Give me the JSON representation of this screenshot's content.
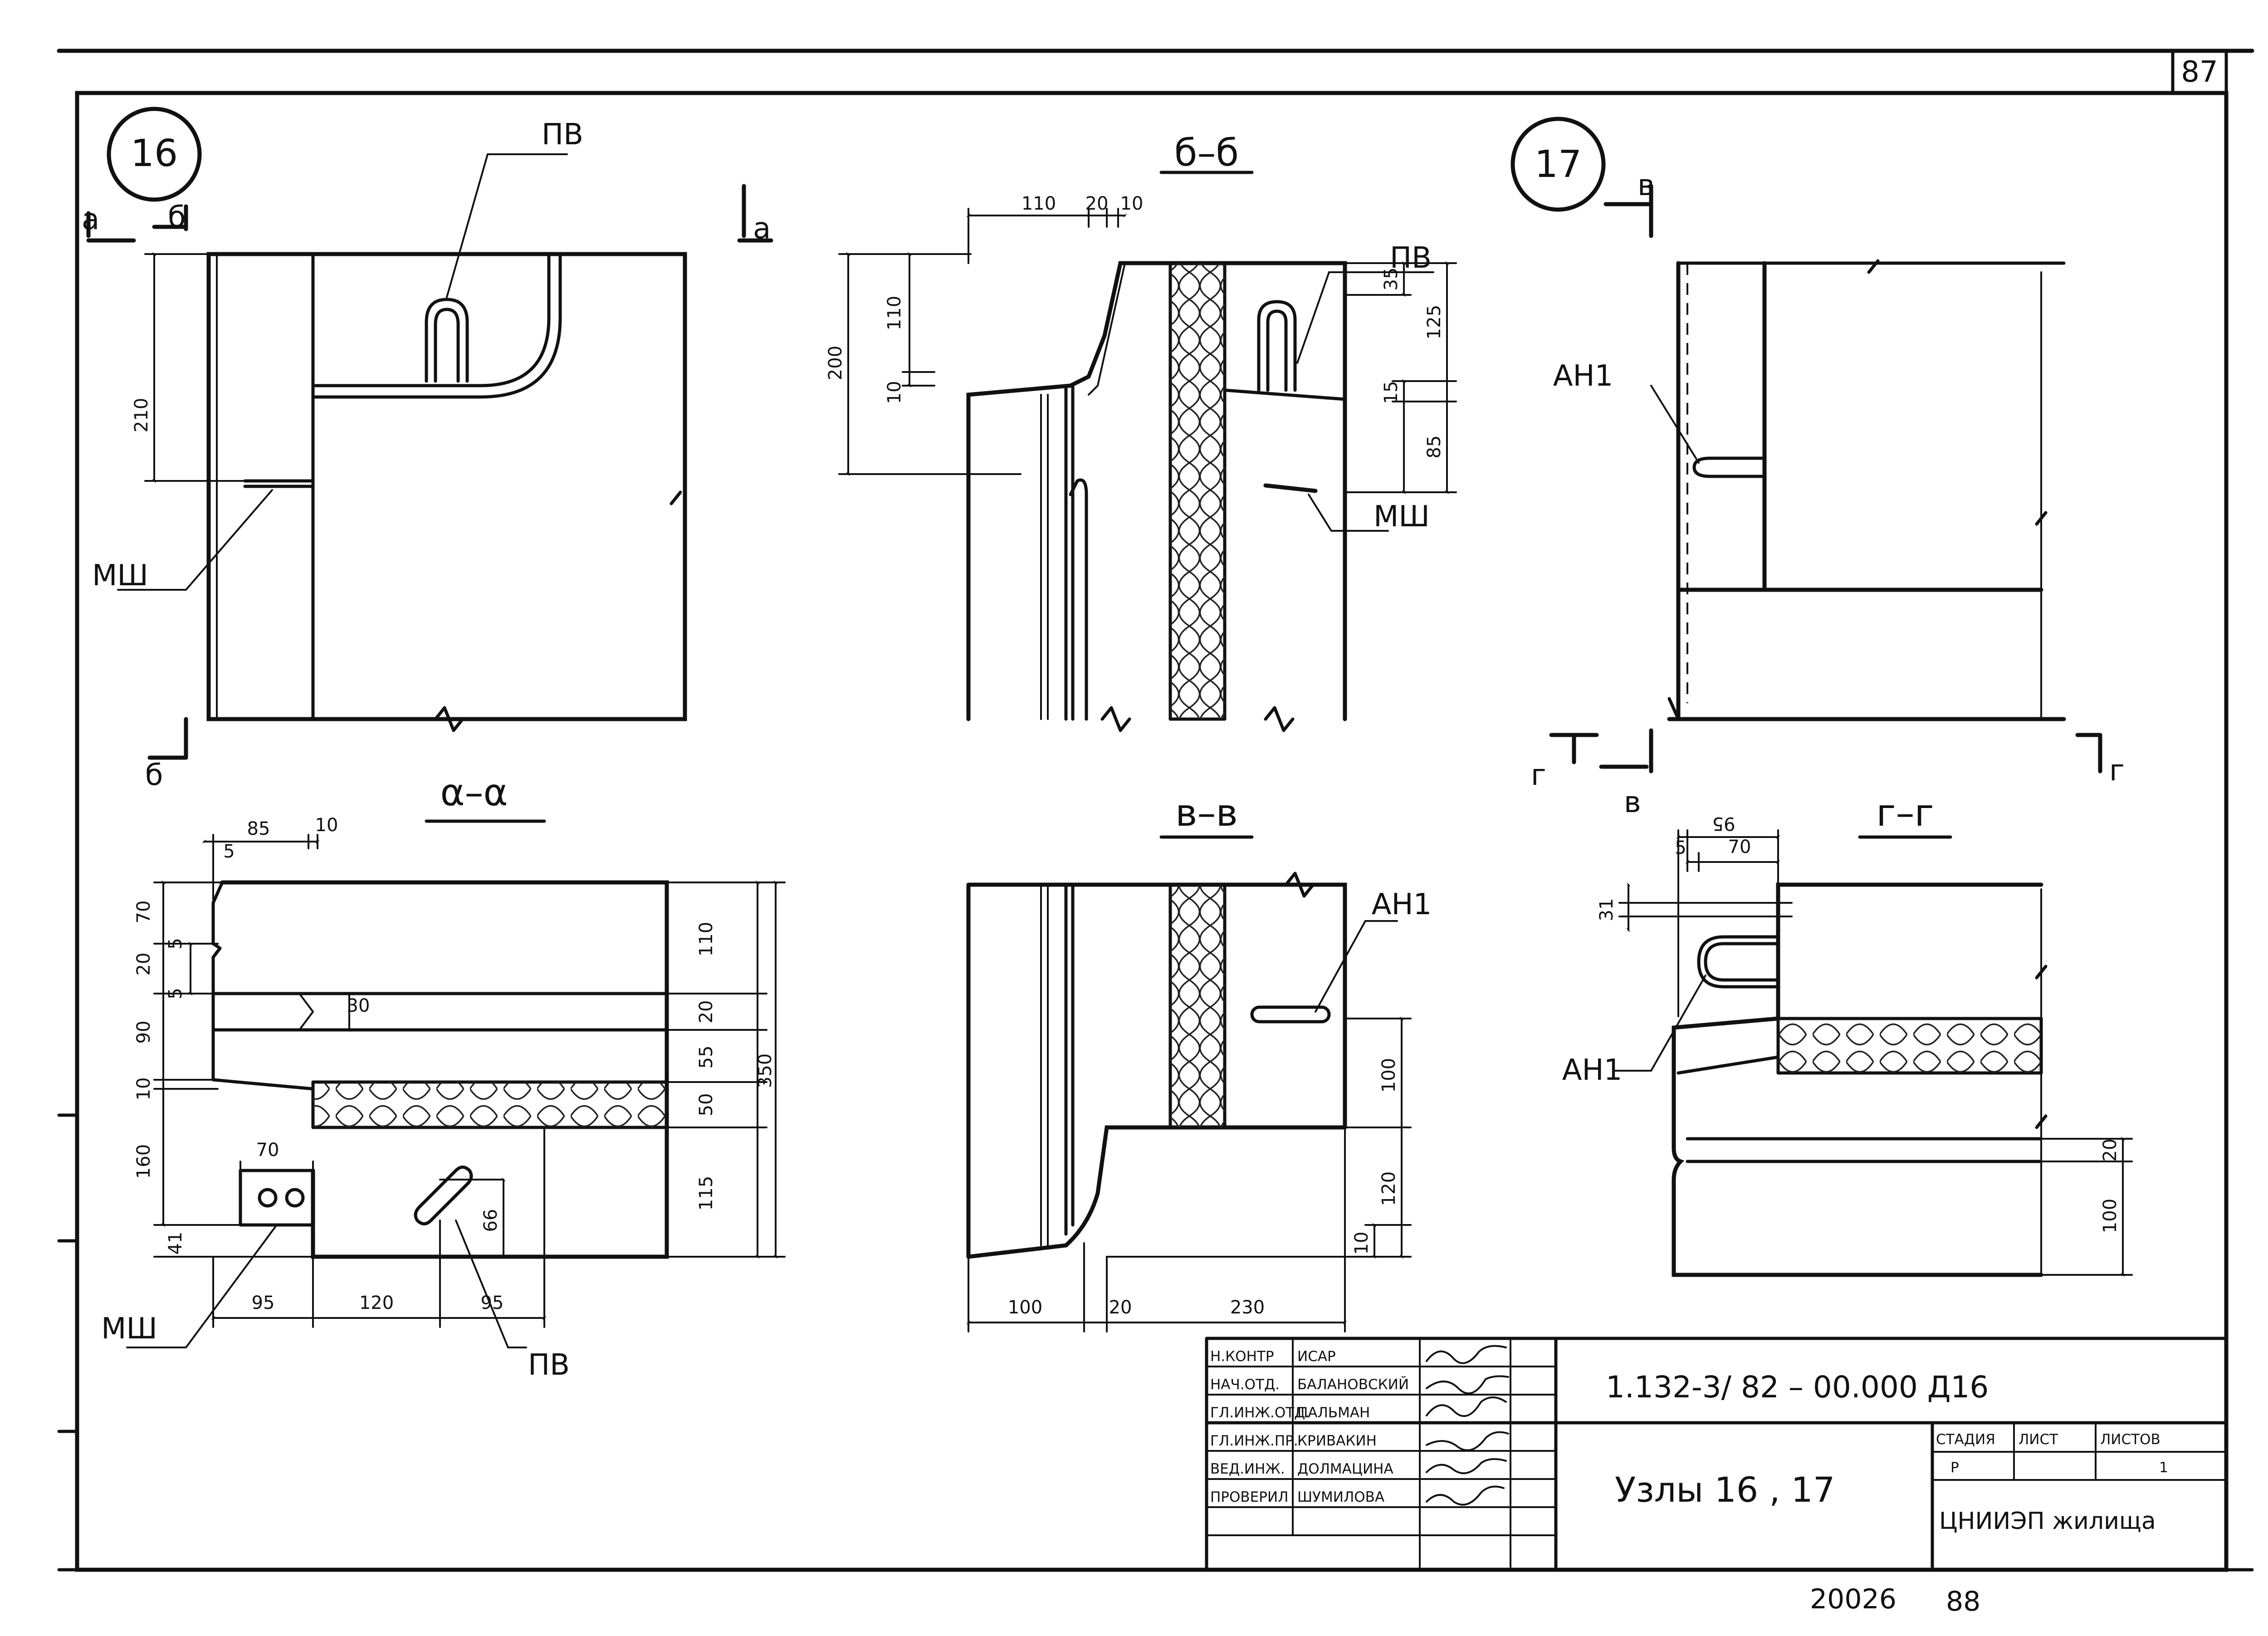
{
  "page_number": "87",
  "nodes": {
    "n16": "16",
    "n17": "17"
  },
  "sections": {
    "aa": "α–α",
    "bb": "б–б",
    "vv": "в–в",
    "gg": "г–г"
  },
  "section_marks": {
    "a": "а",
    "b": "б",
    "v": "в",
    "g": "г"
  },
  "labels": {
    "pv": "ПВ",
    "msh": "МШ",
    "an1": "АН1"
  },
  "dimensions": {
    "node16": [
      "210"
    ],
    "bb": [
      "110",
      "20",
      "10",
      "110",
      "200",
      "10",
      "35",
      "125",
      "15",
      "85"
    ],
    "aa": [
      "85",
      "10",
      "5",
      "70",
      "20",
      "5",
      "5",
      "90",
      "10",
      "160",
      "41",
      "30",
      "70",
      "110",
      "20",
      "55",
      "50",
      "115",
      "350",
      "66",
      "95",
      "120",
      "95"
    ],
    "vv": [
      "100",
      "120",
      "10",
      "100",
      "20",
      "230"
    ],
    "gg": [
      "95",
      "5",
      "70",
      "31",
      "20",
      "100"
    ]
  },
  "title_block": {
    "rows": [
      {
        "role": "Н.КОНТР",
        "name": "ИСАР"
      },
      {
        "role": "НАЧ.ОТД.",
        "name": "БАЛАНОВСКИЙ"
      },
      {
        "role": "ГЛ.ИНЖ.ОТД.",
        "name": "ПАЛЬМАН"
      },
      {
        "role": "ГЛ.ИНЖ.ПР.",
        "name": "КРИВАКИН"
      },
      {
        "role": "ВЕД.ИНЖ.",
        "name": "ДОЛМАЦИНА"
      },
      {
        "role": "ПРОВЕРИЛ",
        "name": "ШУМИЛОВА"
      }
    ],
    "doc_code": "1.132-3/ 82 – 00.000  Д16",
    "title": "Узлы 16 , 17",
    "col_stage": "СТАДИЯ",
    "col_sheet": "ЛИСТ",
    "col_sheets": "ЛИСТОВ",
    "stage": "Р",
    "sheets": "1",
    "org": "ЦНИИЭП жилища"
  },
  "footer": {
    "inv": "20026",
    "page": "88"
  }
}
